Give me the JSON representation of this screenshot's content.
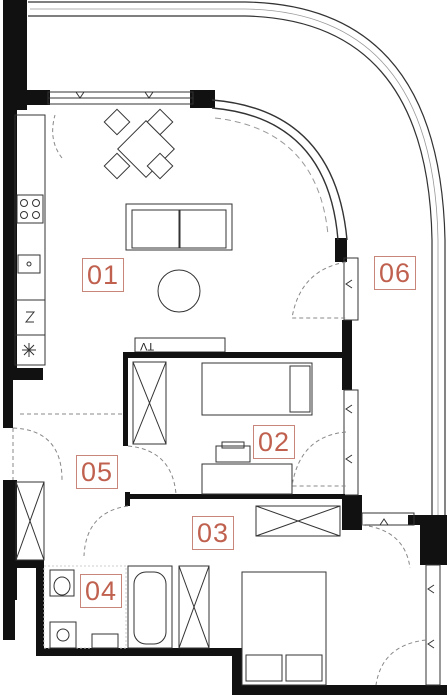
{
  "plan": {
    "rooms": [
      {
        "id": "01",
        "label": "01"
      },
      {
        "id": "02",
        "label": "02"
      },
      {
        "id": "03",
        "label": "03"
      },
      {
        "id": "04",
        "label": "04"
      },
      {
        "id": "05",
        "label": "05"
      },
      {
        "id": "06",
        "label": "06"
      }
    ],
    "tv_label": "TV",
    "colors": {
      "wall": "#111111",
      "line": "#333333",
      "dash": "#888888",
      "label": "#c0614f",
      "label_border": "#c8857a"
    }
  }
}
